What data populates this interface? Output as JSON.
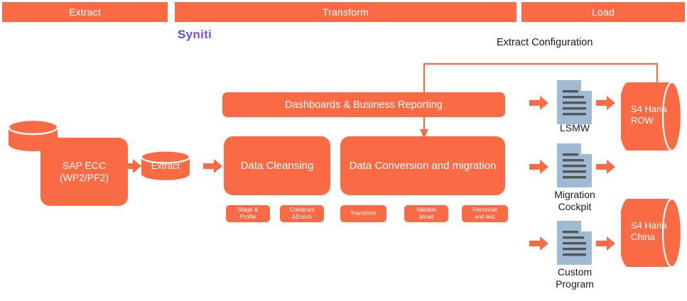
{
  "diagram": {
    "title": "SAP ECC to S4 Hana data migration ETL flow",
    "accent_color": "#fa6a45",
    "doc_icon_color": "#9fbbd4",
    "doc_line_color": "#555555"
  },
  "phases": [
    {
      "id": "extract",
      "label": "Extract"
    },
    {
      "id": "transform",
      "label": "Transform"
    },
    {
      "id": "load",
      "label": "Load"
    }
  ],
  "brand": {
    "logo_text": "Syniti",
    "logo_gradient_start": "#3b49df",
    "logo_gradient_end": "#8f4fe8"
  },
  "annotations": {
    "extract_configuration": "Extract Configuration"
  },
  "source": {
    "system_label": "SAP ECC\n(WP2/PF2)",
    "system_label_line1": "SAP ECC",
    "system_label_line2": "(WP2/PF2)",
    "staging_label": "Extract"
  },
  "transform": {
    "reporting_box": "Dashboards & Business Reporting",
    "cleansing_box": "Data Cleansing",
    "conversion_box": "Data Conversion and migration",
    "steps": [
      {
        "line1": "Stage &",
        "line2": "Profile"
      },
      {
        "line1": "Construct",
        "line2": "&Enrich"
      },
      {
        "line1": "Transform",
        "line2": ""
      },
      {
        "line1": "Validate",
        "line2": "&load"
      },
      {
        "line1": "Reconcile",
        "line2": "and test"
      }
    ]
  },
  "load": {
    "tools": [
      {
        "id": "lsmw",
        "line1": "LSMW",
        "line2": ""
      },
      {
        "id": "cockpit",
        "line1": "Migration",
        "line2": "Cockpit"
      },
      {
        "id": "custom",
        "line1": "Custom",
        "line2": "Program"
      }
    ],
    "targets": [
      {
        "id": "row",
        "line1": "S4 Hana",
        "line2": "ROW"
      },
      {
        "id": "china",
        "line1": "S4 Hana",
        "line2": "China"
      }
    ]
  }
}
